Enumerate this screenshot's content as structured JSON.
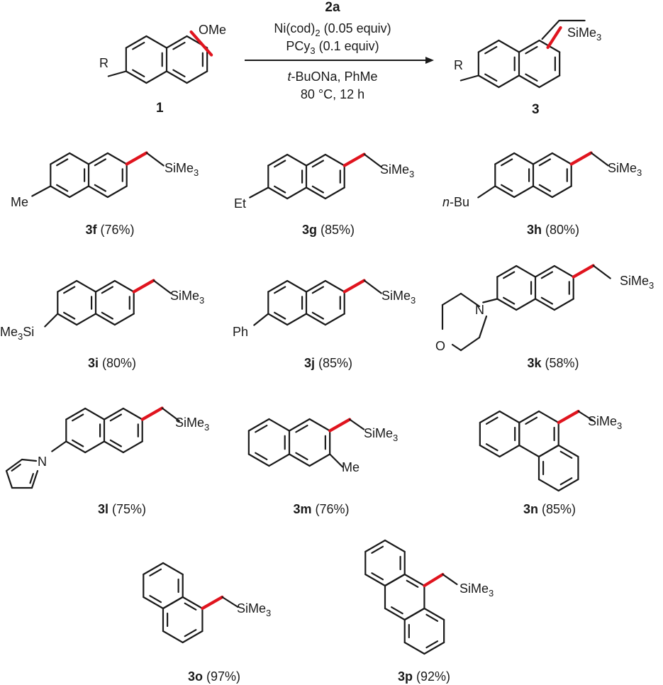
{
  "scheme": {
    "reagent_label": "2a",
    "conditions": [
      {
        "main": "Ni(cod)",
        "sub": "2",
        "tail": " (0.05 equiv)"
      },
      {
        "main": "PCy",
        "sub": "3",
        "tail": " (0.1 equiv)"
      },
      {
        "italic": "t",
        "main": "-BuONa, PhMe",
        "sub": "",
        "tail": ""
      },
      {
        "main": "80 °C, 12 h",
        "sub": "",
        "tail": ""
      }
    ],
    "substrate": {
      "label": "1",
      "substituent": "R",
      "group": "OMe"
    },
    "product": {
      "label": "3",
      "substituent": "R",
      "group_main": "SiMe",
      "group_sub": "3"
    }
  },
  "compounds": [
    {
      "id": "3f",
      "yield": " (76%)",
      "substituent": "Me"
    },
    {
      "id": "3g",
      "yield": " (85%)",
      "substituent": "Et"
    },
    {
      "id": "3h",
      "yield": " (80%)",
      "substituent_italic": "n",
      "substituent": "-Bu"
    },
    {
      "id": "3i",
      "yield": " (80%)",
      "substituent_main": "Me",
      "substituent_sub": "3",
      "substituent_tail": "Si"
    },
    {
      "id": "3j",
      "yield": " (85%)",
      "substituent": "Ph"
    },
    {
      "id": "3k",
      "yield": " (58%)",
      "atoms": [
        "N",
        "O"
      ]
    },
    {
      "id": "3l",
      "yield": " (75%)",
      "atoms": [
        "N"
      ]
    },
    {
      "id": "3m",
      "yield": " (76%)",
      "substituent": "Me"
    },
    {
      "id": "3n",
      "yield": " (85%)"
    },
    {
      "id": "3o",
      "yield": " (97%)"
    },
    {
      "id": "3p",
      "yield": " (92%)"
    }
  ],
  "silyl_group": {
    "main": "SiMe",
    "sub": "3"
  },
  "colors": {
    "highlight_bond": "#e0141e",
    "bond": "#1a1a1a"
  }
}
